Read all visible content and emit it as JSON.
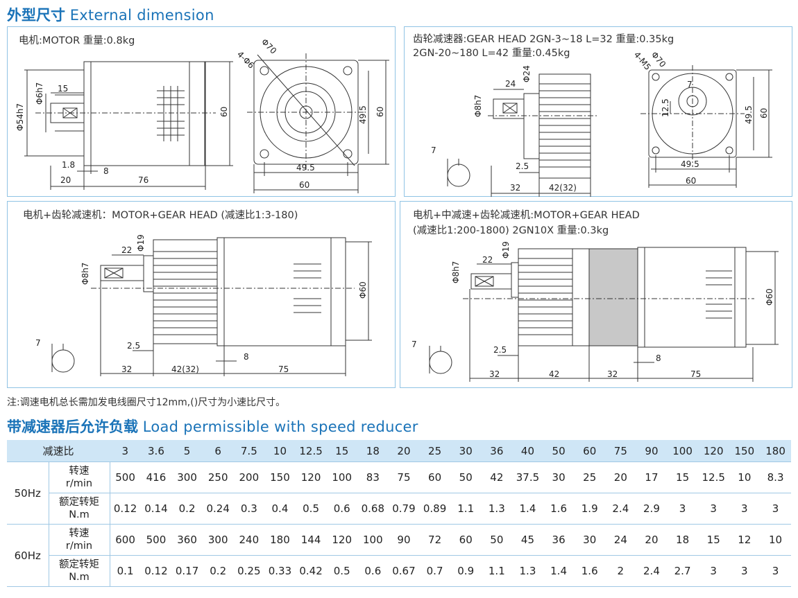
{
  "section1": {
    "cn": "外型尺寸",
    "en": "External dimension"
  },
  "panels": {
    "motor": {
      "title": "电机:MOTOR  重量:0.8kg",
      "dims": {
        "d54": "Φ54h7",
        "d6": "Φ6h7",
        "l15": "15",
        "l18": "1.8",
        "l8": "8",
        "l20": "20",
        "l76": "76",
        "h60": "60",
        "holes": "4-Φ6",
        "pcd": "Φ70",
        "h495": "49.5",
        "w495": "49.5",
        "w60": "60",
        "h60b": "60"
      }
    },
    "gearhead": {
      "title1": "齿轮减速器:GEAR HEAD  2GN-3~18 L=32  重量:0.35kg",
      "title2": "2GN-20~180 L=42  重量:0.45kg",
      "dims": {
        "d8": "Φ8h7",
        "l24": "24",
        "d24": "Φ24",
        "key7": "7",
        "l25": "2.5",
        "l32": "32",
        "l42": "42(32)",
        "holes": "4-M5",
        "pcd": "Φ70",
        "k7": "7",
        "h125": "12.5",
        "h495": "49.5",
        "h60": "60",
        "w495": "49.5",
        "w60": "60"
      }
    },
    "motorgear": {
      "title": "电机+齿轮减速机：MOTOR+GEAR HEAD (减速比1:3-180)",
      "dims": {
        "l22": "22",
        "d19": "Φ19",
        "d8": "Φ8h7",
        "key7": "7",
        "l25": "2.5",
        "l8": "8",
        "l32": "32",
        "l42": "42(32)",
        "l75": "75",
        "d60": "Φ60"
      }
    },
    "motormid": {
      "title1": "电机+中减速+齿轮减速机:MOTOR+GEAR HEAD",
      "title2": "(减速比1:200-1800)  2GN10X  重量:0.3kg",
      "dims": {
        "l22": "22",
        "d19": "Φ19",
        "d8": "Φ8h7",
        "key7": "7",
        "l25": "2.5",
        "l8": "8",
        "l32": "32",
        "l42": "42",
        "l32b": "32",
        "l75": "75",
        "d60": "Φ60"
      }
    }
  },
  "note": "注:调速电机总长需加发电线圈尺寸12mm,()尺寸为小速比尺寸。",
  "section2": {
    "cn": "带减速器后允许负载",
    "en": "Load permissible with speed reducer"
  },
  "table": {
    "header_label": "减速比",
    "ratios": [
      "3",
      "3.6",
      "5",
      "6",
      "7.5",
      "10",
      "12.5",
      "15",
      "18",
      "20",
      "25",
      "30",
      "36",
      "40",
      "50",
      "60",
      "75",
      "90",
      "100",
      "120",
      "150",
      "180"
    ],
    "groups": [
      {
        "hz": "50Hz",
        "speed_label": [
          "转速",
          "r/min"
        ],
        "speed": [
          "500",
          "416",
          "300",
          "250",
          "200",
          "150",
          "120",
          "100",
          "83",
          "75",
          "60",
          "50",
          "42",
          "37.5",
          "30",
          "25",
          "20",
          "17",
          "15",
          "12.5",
          "10",
          "8.3"
        ],
        "torque_label": [
          "额定转矩",
          "N.m"
        ],
        "torque": [
          "0.12",
          "0.14",
          "0.2",
          "0.24",
          "0.3",
          "0.4",
          "0.5",
          "0.6",
          "0.68",
          "0.79",
          "0.89",
          "1.1",
          "1.3",
          "1.4",
          "1.6",
          "1.9",
          "2.4",
          "2.9",
          "3",
          "3",
          "3",
          "3"
        ]
      },
      {
        "hz": "60Hz",
        "speed_label": [
          "转速",
          "r/min"
        ],
        "speed": [
          "600",
          "500",
          "360",
          "300",
          "240",
          "180",
          "144",
          "120",
          "100",
          "90",
          "72",
          "60",
          "50",
          "45",
          "36",
          "30",
          "24",
          "20",
          "18",
          "15",
          "12",
          "10"
        ],
        "torque_label": [
          "额定转矩",
          "N.m"
        ],
        "torque": [
          "0.1",
          "0.12",
          "0.17",
          "0.2",
          "0.25",
          "0.33",
          "0.42",
          "0.5",
          "0.6",
          "0.67",
          "0.7",
          "0.9",
          "1.1",
          "1.3",
          "1.4",
          "1.6",
          "2",
          "2.4",
          "2.7",
          "3",
          "3",
          "3"
        ]
      }
    ]
  },
  "colors": {
    "accent": "#1a73b8",
    "panel_border": "#8fc3e4",
    "table_header": "#cfe6f6",
    "mid_reducer": "#c8c8c8"
  }
}
